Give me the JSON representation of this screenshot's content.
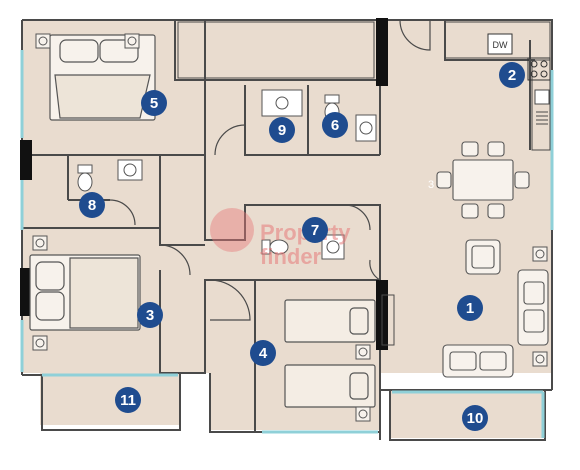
{
  "floorplan": {
    "room_numbers": [
      "1",
      "2",
      "3",
      "4",
      "5",
      "6",
      "7",
      "8",
      "9",
      "10",
      "11"
    ],
    "appliance_label": "DW",
    "watermark_line1": "Property",
    "watermark_line2": "finder",
    "small_mark": "3"
  },
  "colors": {
    "floor": "#e9dccf",
    "wall": "#4a4a4a",
    "wall_black": "#111111",
    "glass": "#8fd0d8",
    "badge": "#1f4c8f",
    "watermark": "#e77a7a"
  },
  "icons": [
    "bed-icon",
    "sofa-icon",
    "armchair-icon",
    "dining-table-icon",
    "toilet-icon",
    "sink-icon",
    "shower-icon",
    "kitchen-counter-icon",
    "stove-icon",
    "dishwasher-icon",
    "lamp-icon"
  ]
}
